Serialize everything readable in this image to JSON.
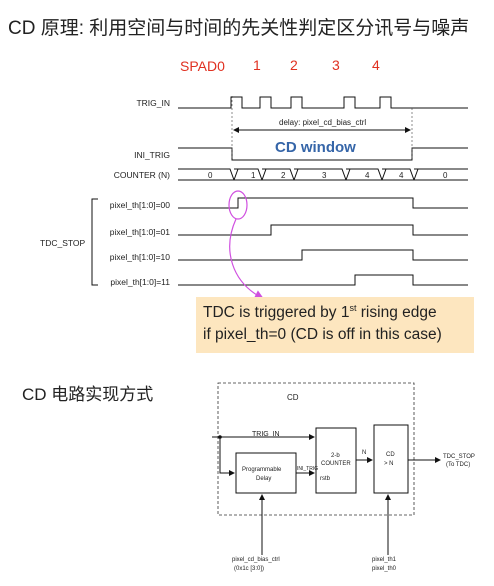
{
  "title": "CD 原理: 利用空间与时间的先关性判定区分讯号与噪声",
  "pulse_labels": [
    "SPAD0",
    "1",
    "2",
    "3",
    "4"
  ],
  "signals": {
    "trig_in": "TRIG_IN",
    "ini_trig": "INI_TRIG",
    "counter": "COUNTER (N)",
    "tdc_stop": "TDC_STOP",
    "pixel_th": [
      "pixel_th[1:0]=00",
      "pixel_th[1:0]=01",
      "pixel_th[1:0]=10",
      "pixel_th[1:0]=11"
    ]
  },
  "delay_label": "delay: pixel_cd_bias_ctrl",
  "cd_window_label": "CD window",
  "counter_values": [
    "0",
    "1",
    "2",
    "3",
    "4",
    "4",
    "0"
  ],
  "note": {
    "line1_pre": "TDC is triggered by 1",
    "line1_sup": "st",
    "line1_post": " rising edge",
    "line2": "if pixel_th=0 (CD is off in this case)"
  },
  "circuit": {
    "section_title": "CD 电路实现方式",
    "box_label": "CD",
    "trig_in": "TRIG_IN",
    "delay_block": [
      "Programmable",
      "Delay"
    ],
    "ini_trig": "INI_TRIG",
    "counter_block": [
      "2-b",
      "COUNTER"
    ],
    "rstb": "rstb",
    "n_label": "N",
    "compare_block": [
      "CD",
      "> N"
    ],
    "output": [
      "TDC_STOP",
      "(To TDC)"
    ],
    "bias_input": [
      "pixel_cd_bias_ctrl",
      "(0x1c [3:0])"
    ],
    "th_input": [
      "pixel_th1",
      "pixel_th0"
    ]
  },
  "colors": {
    "accent_red": "#e03020",
    "cd_window_blue": "#3565a8",
    "note_bg": "#fde6bf",
    "highlight": "#d050e0"
  }
}
